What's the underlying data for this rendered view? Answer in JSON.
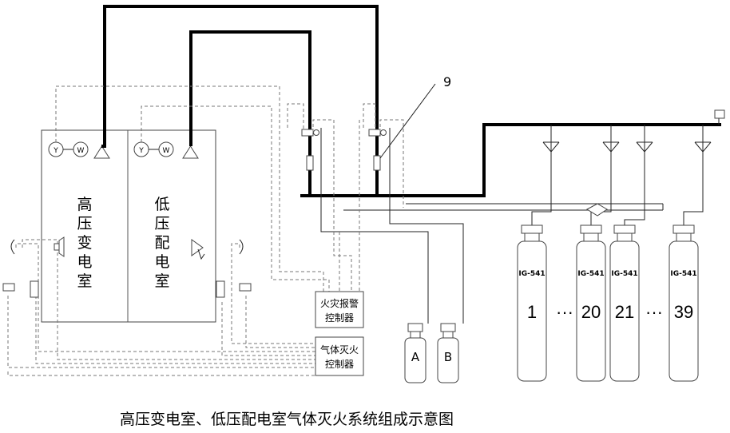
{
  "rooms": [
    {
      "name": "高压变电室",
      "chars": [
        "高",
        "压",
        "变",
        "电",
        "室"
      ]
    },
    {
      "name": "低压配电室",
      "chars": [
        "低",
        "压",
        "配",
        "电",
        "室"
      ]
    }
  ],
  "detectors": {
    "smoke": "Y",
    "heat": "W"
  },
  "callout_number": "9",
  "controllers": {
    "fire_alarm": {
      "line1": "火灾报警",
      "line2": "控制器"
    },
    "gas_extinguish": {
      "line1": "气体灭火",
      "line2": "控制器"
    }
  },
  "pilot_cylinders": [
    "A",
    "B"
  ],
  "agent_cylinder_label": "IG-541",
  "cylinder_numbers": [
    "1",
    "20",
    "21",
    "39"
  ],
  "ellipsis": "···",
  "caption": "高压变电室、低压配电室气体灭火系统组成示意图"
}
